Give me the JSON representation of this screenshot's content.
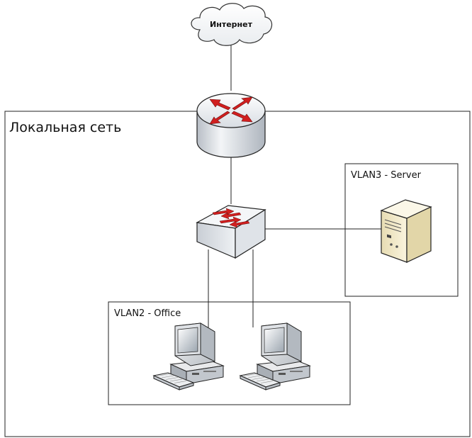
{
  "internet": {
    "label": "Интернет"
  },
  "lan": {
    "label": "Локальная сеть"
  },
  "vlan_server": {
    "label": "VLAN3 - Server"
  },
  "vlan_office": {
    "label": "VLAN2 - Office"
  },
  "icons": [
    "cloud-icon",
    "router-icon",
    "switch-icon",
    "server-icon",
    "workstation-icon"
  ],
  "colors": {
    "arrow": "#d11f1f",
    "device_body": "#cfd5dc",
    "server_body": "#eee6c6",
    "line": "#222222"
  }
}
